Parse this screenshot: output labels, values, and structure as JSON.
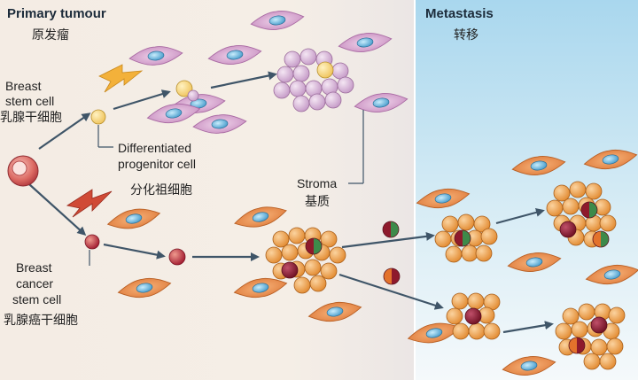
{
  "panels": {
    "primary": {
      "title": "Primary tumour",
      "title_cn": "原发瘤"
    },
    "metastasis": {
      "title": "Metastasis",
      "title_cn": "转移"
    }
  },
  "labels": {
    "breast_stem_cell": [
      "Breast",
      "stem cell",
      "乳腺干细胞"
    ],
    "differentiated_progenitor": [
      "Differentiated",
      "progenitor cell",
      "分化祖细胞"
    ],
    "stroma": [
      "Stroma",
      "基质"
    ],
    "breast_cancer_stem_cell": [
      "Breast",
      "cancer",
      "stem cell",
      "乳腺癌干细胞"
    ]
  },
  "colors": {
    "primary_bg": "#f1e8df",
    "metastasis_bg": "#bfe0ef",
    "arrow": "#3f5568",
    "lilac_cell": "#d6b6d6",
    "orange_cell": "#f0a24c",
    "stromal_orange": "#e98a4a",
    "stromal_purple": "#d9a7cf",
    "nucleus": "#6fb8dd",
    "dark_red_cell": "#8e1a2c",
    "green_cell": "#3d8a4a",
    "yellow_cell": "#f5d173",
    "lightning": "#f3b13a",
    "lightning_red": "#d04a36"
  }
}
